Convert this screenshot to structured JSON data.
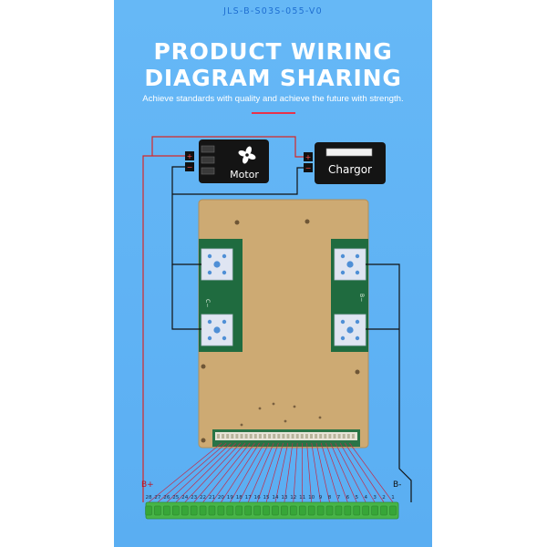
{
  "header": {
    "model": "JLS-B-S03S-055-V0",
    "title_line1": "PRODUCT WIRING",
    "title_line2": "DIAGRAM SHARING",
    "subtitle": "Achieve standards with quality and achieve the future with strength."
  },
  "diagram": {
    "motor_label": "Motor",
    "charger_label": "Chargor",
    "plus_sign": "+",
    "minus_sign": "−",
    "b_plus_label": "B+",
    "b_minus_label": "B-",
    "c_minus_label": "C−",
    "b_minus_pad_label": "B−",
    "cell_numbers": [
      "28",
      "27",
      "26",
      "25",
      "24",
      "23",
      "22",
      "21",
      "20",
      "19",
      "18",
      "17",
      "16",
      "15",
      "14",
      "13",
      "12",
      "11",
      "10",
      "9",
      "8",
      "7",
      "6",
      "5",
      "4",
      "3",
      "2",
      "1"
    ],
    "colors": {
      "background": "#5fb2f4",
      "board": "#cdaa73",
      "pcb_green": "#1f6b3f",
      "positive_wire": "#d62828",
      "negative_wire": "#111111",
      "sense_wire": "#c22c4a",
      "connector": "#48b548"
    }
  }
}
